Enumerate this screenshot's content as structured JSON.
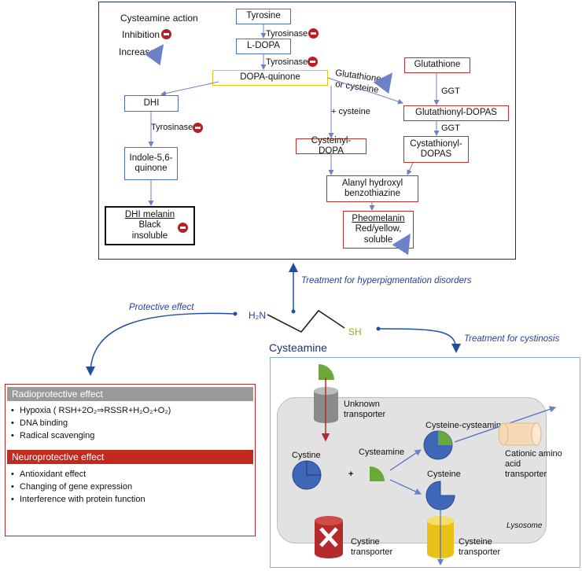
{
  "legend": {
    "title": "Cysteamine action",
    "inhibition": "Inhibition",
    "increase": "Increase"
  },
  "pathway": {
    "tyrosine": "Tyrosine",
    "tyrosinase_1": "Tyrosinase",
    "ldopa": "L-DOPA",
    "tyrosinase_2": "Tyrosinase",
    "dopaquinone": "DOPA-quinone",
    "dhi": "DHI",
    "tyrosinase_3": "Tyrosinase",
    "indole": "Indole-5,6-quinone",
    "dhi_melanin_title": "DHI melanin",
    "dhi_melanin_desc": "Black insoluble",
    "glutathione_or_cysteine_1": "Glutathione",
    "glutathione_or_cysteine_2": "or cysteine",
    "plus_cysteine": "+ cysteine",
    "glutathione": "Glutathione",
    "ggt_1": "GGT",
    "glutathionyl_dopas": "Glutathionyl-DOPAS",
    "ggt_2": "GGT",
    "cystathionyl_dopas": "Cystathionyl-DOPAS",
    "cysteinyl_dopa": "Cysteinyl-DOPA",
    "alanyl": "Alanyl hydroxyl benzothiazine",
    "pheomelanin_title": "Pheomelanin",
    "pheomelanin_desc": "Red/yellow, soluble"
  },
  "center": {
    "treatment_hyper": "Treatment for hyperpigmentation disorders",
    "protective_effect": "Protective effect",
    "treatment_cystinosis": "Treatment for cystinosis",
    "h2n": "H₂N",
    "sh": "SH",
    "cysteamine_label": "Cysteamine"
  },
  "effects": {
    "radio_title": "Radioprotective effect",
    "radio_items": [
      "Hypoxia ( RSH+2O₂⇒RSSR+H₂O₂+O₂)",
      "DNA binding",
      "Radical scavenging"
    ],
    "neuro_title": "Neuroprotective effect",
    "neuro_items": [
      "Antioxidant effect",
      "Changing of gene expression",
      "Interference with protein function"
    ]
  },
  "lysosome": {
    "unknown_transporter": "Unknown transporter",
    "cystine": "Cystine",
    "plus": "+",
    "cysteamine": "Cysteamine",
    "cysteine_cysteamine": "Cysteine-cysteamine",
    "cysteine": "Cysteine",
    "cationic": "Cationic amino acid transporter",
    "lysosome_label": "Lysosome",
    "cystine_transporter": "Cystine transporter",
    "cysteine_transporter": "Cysteine transporter"
  },
  "colors": {
    "navy": "#1f2f6b",
    "blue": "#4a6fc2",
    "red": "#c0302a",
    "yellow": "#f0c21a",
    "green": "#6aa83a",
    "pie_blue": "#3f67b8",
    "light_blue_frame": "#7fb0dc",
    "lysosome_gray": "#e2e2e2"
  }
}
